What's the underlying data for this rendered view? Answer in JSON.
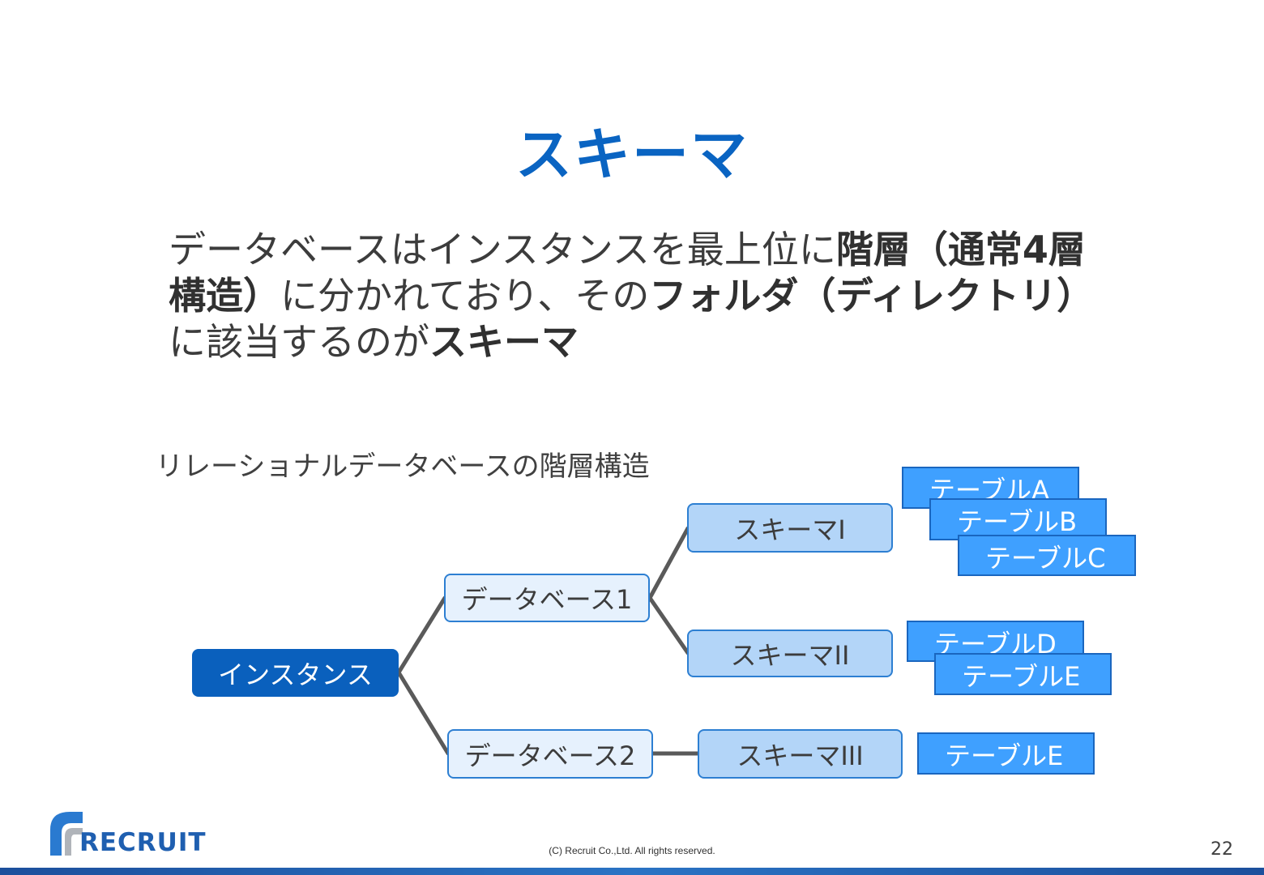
{
  "slide": {
    "title": "スキーマ",
    "page_number": "22",
    "copyright": "(C) Recruit Co.,Ltd. All rights reserved."
  },
  "body": {
    "segments": [
      {
        "text": "データベースはインスタンスを最上位に",
        "bold": false
      },
      {
        "text": "階層（通常4層構造）",
        "bold": true
      },
      {
        "text": "に分かれており、その",
        "bold": false
      },
      {
        "text": "フォルダ（ディレクトリ）",
        "bold": true
      },
      {
        "text": "に該当するのが",
        "bold": false
      },
      {
        "text": "スキーマ",
        "bold": true
      }
    ]
  },
  "diagram": {
    "label": "リレーショナルデータベースの階層構造",
    "instance": "インスタンス",
    "databases": [
      "データベース1",
      "データベース2"
    ],
    "schemas": [
      "スキーマI",
      "スキーマII",
      "スキーマIII"
    ],
    "tables": [
      "テーブルA",
      "テーブルB",
      "テーブルC",
      "テーブルD",
      "テーブルE",
      "テーブルE"
    ]
  },
  "logo": {
    "text": "RECRUIT"
  },
  "colors": {
    "title": "#0a64c2",
    "instance_fill": "#0a60bd",
    "database_fill": "#e6f1fd",
    "schema_fill": "#b3d5f8",
    "table_fill": "#3fa0ff",
    "connector": "#5a5a5a"
  }
}
